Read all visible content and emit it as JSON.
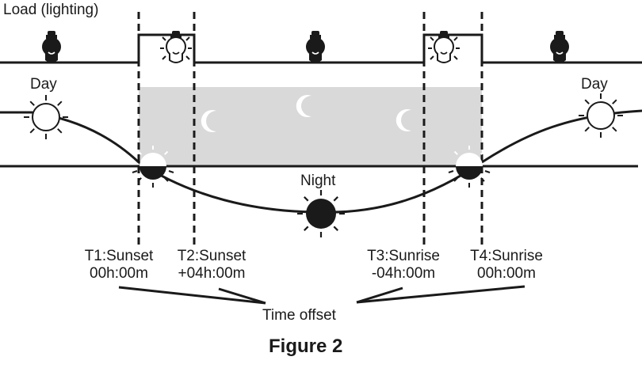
{
  "load_label": "Load (lighting)",
  "day_left": "Day",
  "day_right": "Day",
  "night_label": "Night",
  "markers": [
    {
      "name": "T1:Sunset",
      "offset": "00h:00m"
    },
    {
      "name": "T2:Sunset",
      "offset": "+04h:00m"
    },
    {
      "name": "T3:Sunrise",
      "offset": "-04h:00m"
    },
    {
      "name": "T4:Sunrise",
      "offset": "00h:00m"
    }
  ],
  "time_offset_label": "Time offset",
  "caption": "Figure 2",
  "load_states": [
    "off",
    "on",
    "off",
    "on",
    "off"
  ],
  "colors": {
    "line": "#1a1a1a",
    "night_band": "#d9d9d9",
    "moon": "#ffffff"
  },
  "icons": [
    "bulb-off-icon",
    "bulb-on-icon",
    "sun-icon",
    "moon-icon",
    "setting-sun-icon",
    "rising-sun-icon",
    "night-sun-icon"
  ]
}
